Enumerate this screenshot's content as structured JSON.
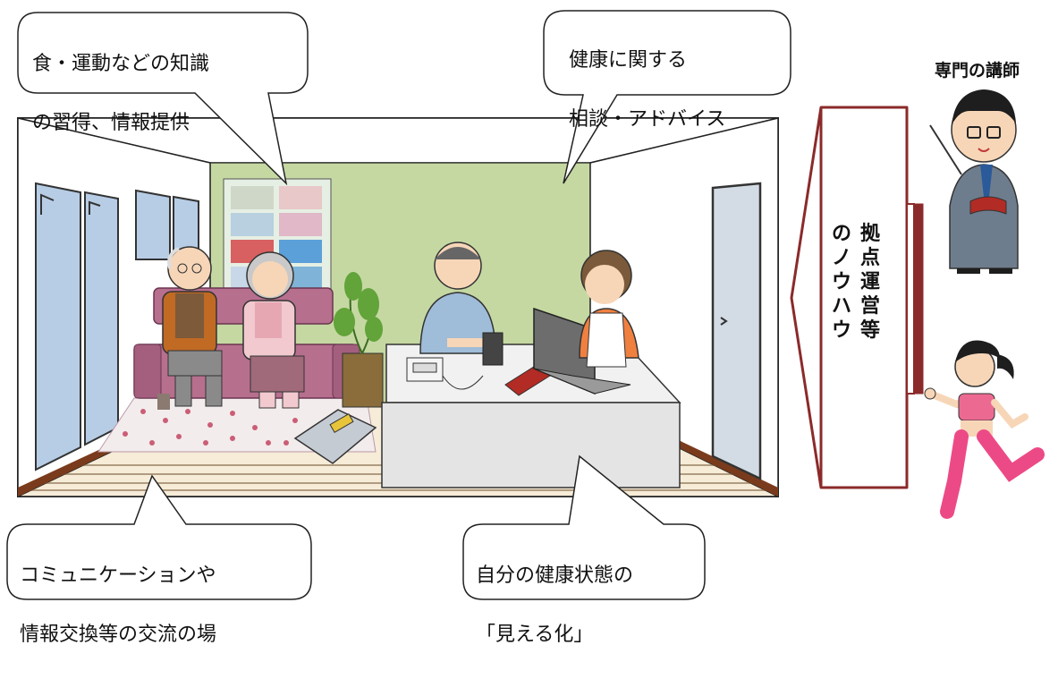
{
  "callouts": {
    "top_left": {
      "line1": "食・運動などの知識",
      "line2": "の習得、情報提供"
    },
    "top_right": {
      "line1": "健康に関する",
      "line2": "相談・アドバイス"
    },
    "bottom_left": {
      "line1": "コミュニケーションや",
      "line2": "情報交換等の交流の場"
    },
    "bottom_right": {
      "line1": "自分の健康状態の",
      "line2": "「見える化」"
    }
  },
  "arrow": {
    "col1": "拠点運営等",
    "col2": "のノウハウ"
  },
  "lecturer": {
    "title": "専門の講師"
  },
  "colors": {
    "back_wall": "#c5d8a2",
    "arrow_border": "#8b2a2a",
    "sofa": "#b76f8e",
    "table": "#e4e4e4",
    "door": "#d3dbe4",
    "window": "#b7cde6"
  },
  "icons": [
    "elderly-man-icon",
    "elderly-woman-icon",
    "man-patient-icon",
    "nurse-icon",
    "laptop-icon",
    "blood-pressure-monitor-icon",
    "scale-icon",
    "notebook-icon",
    "plant-icon",
    "pamphlet-rack-icon",
    "teacher-icon",
    "runner-icon"
  ]
}
